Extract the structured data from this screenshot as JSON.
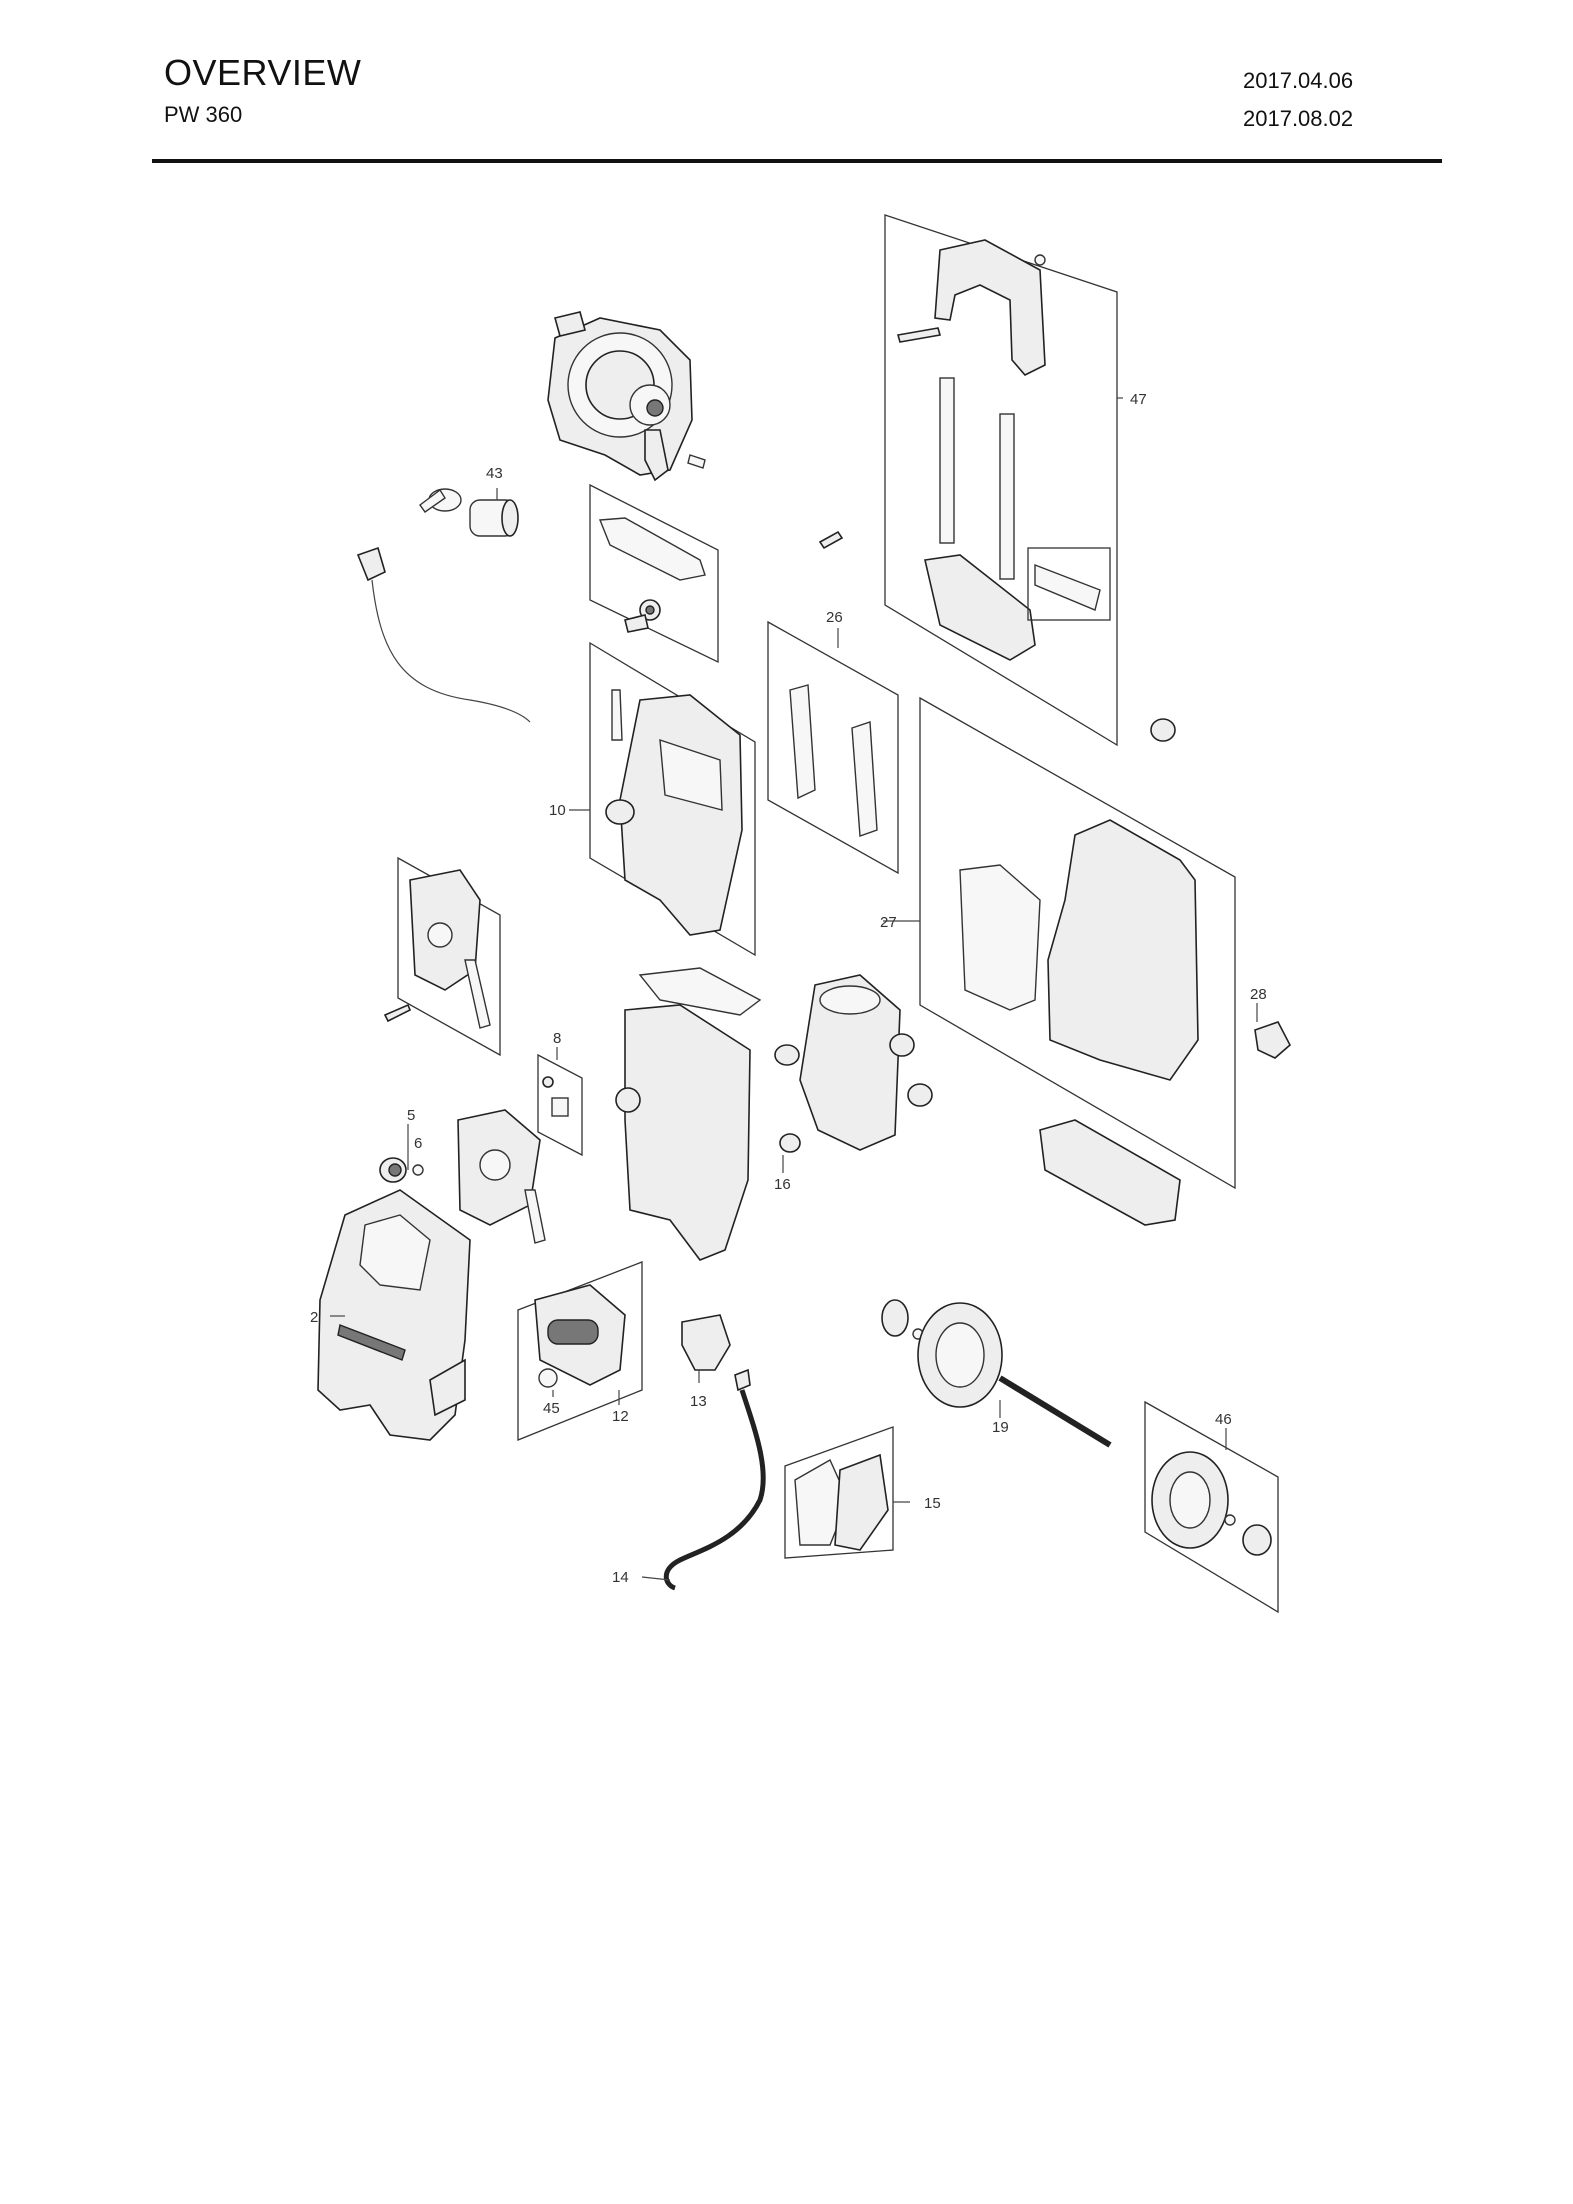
{
  "header": {
    "title": "OVERVIEW",
    "model": "PW 360",
    "date_created": "2017.04.06",
    "date_revised": "2017.08.02"
  },
  "callouts": {
    "c2": "2",
    "c5": "5",
    "c6": "6",
    "c8": "8",
    "c10": "10",
    "c12": "12",
    "c13": "13",
    "c14": "14",
    "c15": "15",
    "c16": "16",
    "c19": "19",
    "c26": "26",
    "c27": "27",
    "c28": "28",
    "c43": "43",
    "c45": "45",
    "c46": "46",
    "c47": "47"
  }
}
